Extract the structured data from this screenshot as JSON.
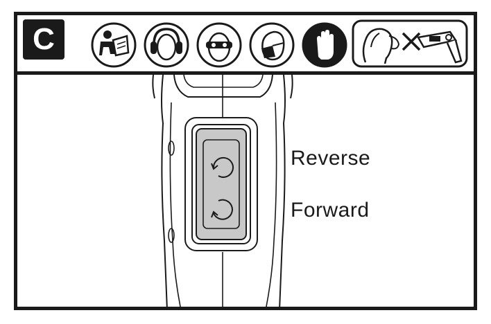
{
  "section": {
    "letter": "C"
  },
  "safety_icons": [
    {
      "name": "read-manual-icon"
    },
    {
      "name": "ear-protection-icon"
    },
    {
      "name": "eye-protection-icon"
    },
    {
      "name": "dust-mask-icon"
    },
    {
      "name": "gloves-icon"
    },
    {
      "name": "keep-hair-away-icon"
    }
  ],
  "labels": {
    "reverse": "Reverse",
    "forward": "Forward"
  },
  "colors": {
    "ink": "#1a1a1a",
    "switch_fill": "#c8c8c8"
  }
}
